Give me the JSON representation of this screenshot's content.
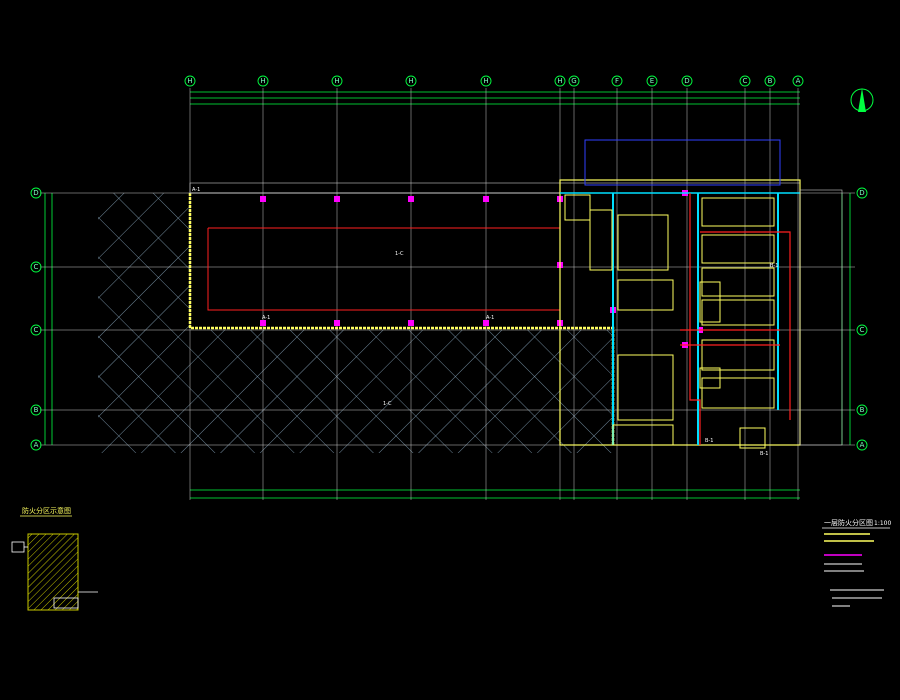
{
  "colors": {
    "background": "#000000",
    "axis_green": "#00ff40",
    "grid_line": "#c8c8c8",
    "wall_yellow": "#ffff60",
    "red_line": "#ff2020",
    "column_magenta": "#ff00ff",
    "cyan_wall": "#00e0ff",
    "blue_line": "#3040ff",
    "hatch": "#90b0c8",
    "legend_hatch": "#c8c800"
  },
  "icons": {
    "north_arrow": "north-arrow-icon"
  },
  "axes": {
    "top": [
      "H",
      "H",
      "H",
      "H",
      "H",
      "H",
      "G",
      "F",
      "E",
      "D",
      "C",
      "B",
      "A"
    ],
    "left": [
      "D",
      "C",
      "C",
      "B",
      "A"
    ],
    "right": [
      "D",
      "C",
      "B",
      "A"
    ]
  },
  "plan": {
    "room_labels": [
      "A-1",
      "A-1",
      "A-1",
      "B-1",
      "B-1",
      "B-1"
    ],
    "area_marks": [
      "1-C",
      "1-C"
    ]
  },
  "legend": {
    "title": "防火分区示意图"
  },
  "drawing_info": {
    "title": "一层防火分区图",
    "scale": "1:100"
  }
}
